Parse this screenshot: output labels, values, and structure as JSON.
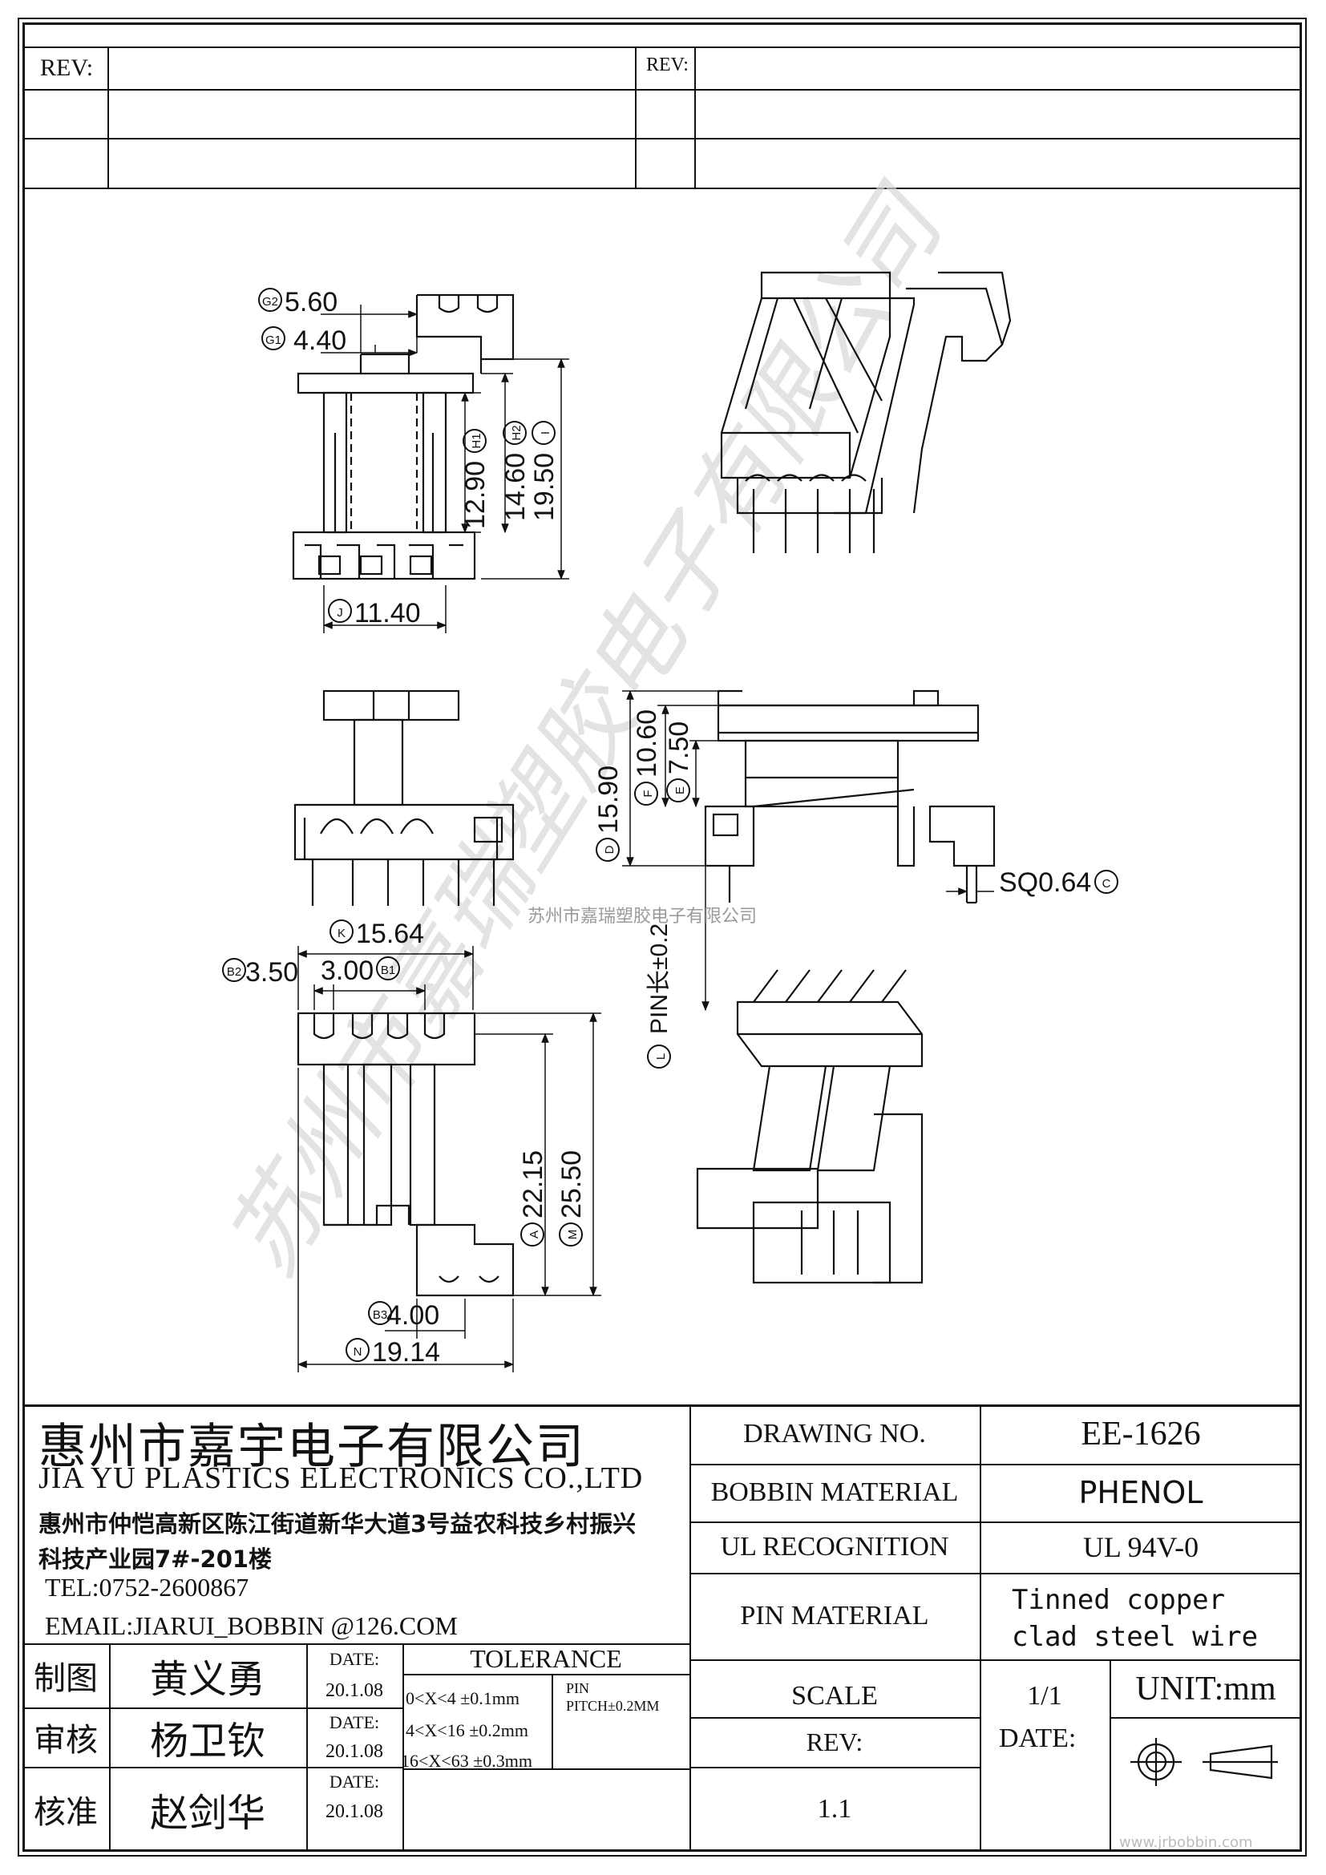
{
  "rev_block": {
    "rev_left": "REV:",
    "rev_right": "REV:"
  },
  "dimensions": {
    "g2": "5.60",
    "g2_tag": "G2",
    "g1": "4.40",
    "g1_tag": "G1",
    "h1": "12.90",
    "h1_tag": "H1",
    "h2": "14.60",
    "h2_tag": "H2",
    "i": "19.50",
    "i_tag": "I",
    "j": "11.40",
    "j_tag": "J",
    "d": "15.90",
    "d_tag": "D",
    "f": "10.60",
    "f_tag": "F",
    "e": "7.50",
    "e_tag": "E",
    "sq": "SQ0.64",
    "c_tag": "C",
    "k": "15.64",
    "k_tag": "K",
    "b2": "3.50",
    "b2_tag": "B2",
    "b1": "3.00",
    "b1_tag": "B1",
    "pin_len": "PIN长±0.2",
    "l_tag": "L",
    "a": "22.15",
    "a_tag": "A",
    "m": "25.50",
    "m_tag": "M",
    "b3": "4.00",
    "b3_tag": "B3",
    "n": "19.14",
    "n_tag": "N"
  },
  "watermark": {
    "text": "苏州市嘉瑞塑胶电子有限公司",
    "diagonal": "苏州市嘉瑞塑胶电子有限公司"
  },
  "company": {
    "name_cn": "惠州市嘉宇电子有限公司",
    "name_en": "JIA YU PLASTICS ELECTRONICS CO.,LTD",
    "address_1": "惠州市仲恺高新区陈江街道新华大道3号益农科技乡村振兴",
    "address_2": "科技产业园7#-201楼",
    "tel": "TEL:0752-2600867",
    "email": "EMAIL:JIARUI_BOBBIN @126.COM"
  },
  "signoff": [
    {
      "role": "制图",
      "name": "黄义勇",
      "date_label": "DATE:",
      "date": "20.1.08"
    },
    {
      "role": "审核",
      "name": "杨卫钦",
      "date_label": "DATE:",
      "date": "20.1.08"
    },
    {
      "role": "核准",
      "name": "赵剑华",
      "date_label": "DATE:",
      "date": "20.1.08"
    }
  ],
  "tolerance": {
    "title": "TOLERANCE",
    "rows": [
      "0<X<4  ±0.1mm",
      "4<X<16 ±0.2mm",
      "16<X<63 ±0.3mm"
    ],
    "pin_label": "PIN",
    "pitch": "PITCH±0.2MM"
  },
  "spec": {
    "drawing_no_label": "DRAWING  NO.",
    "drawing_no": "EE-1626",
    "material_label": "BOBBIN  MATERIAL",
    "material": "PHENOL",
    "ul_label": "UL RECOGNITION",
    "ul": "UL 94V-0",
    "pin_material_label": "PIN MATERIAL",
    "pin_material_1": "Tinned copper",
    "pin_material_2": "clad steel wire",
    "scale_label": "SCALE",
    "scale": "1/1",
    "unit": "UNIT:mm",
    "rev_label": "REV:",
    "rev": "1.1",
    "date_label": "DATE:"
  },
  "footer": {
    "url": "www.jrbobbin.com"
  }
}
